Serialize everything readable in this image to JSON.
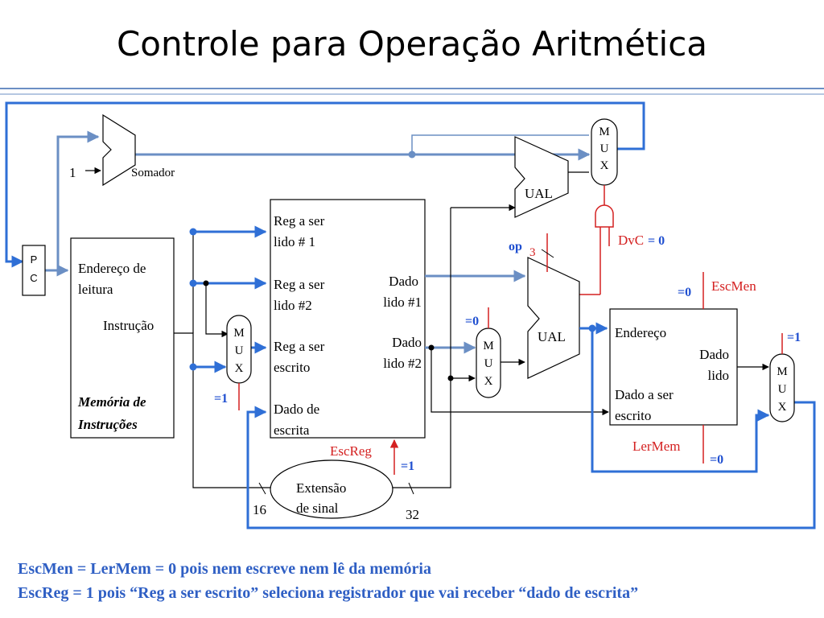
{
  "title": "Controle para Operação Aritmética",
  "pc": {
    "line1": "P",
    "line2": "C"
  },
  "instr_mem": {
    "addr_line1": "Endereço de",
    "addr_line2": "leitura",
    "instr": "Instrução",
    "name_line1": "Memória de",
    "name_line2": "Instruções"
  },
  "adder": {
    "label": "Somador",
    "input_const": "1"
  },
  "ual_top": {
    "label": "UAL"
  },
  "ual_main": {
    "label": "UAL"
  },
  "mux_letters": [
    "M",
    "U",
    "X"
  ],
  "regs": {
    "read1_l1": "Reg a ser",
    "read1_l2": "lido # 1",
    "read2_l1": "Reg a ser",
    "read2_l2": "lido #2",
    "write_l1": "Reg a ser",
    "write_l2": "escrito",
    "data_l1": "Dado de",
    "data_l2": "escrita",
    "out1_l1": "Dado",
    "out1_l2": "lido #1",
    "out2_l1": "Dado",
    "out2_l2": "lido #2"
  },
  "data_mem": {
    "addr": "Endereço",
    "out_l1": "Dado",
    "out_l2": "lido",
    "in_l1": "Dado a ser",
    "in_l2": "escrito"
  },
  "sign_ext": {
    "line1": "Extensão",
    "line2": "de sinal",
    "in_bits": "16",
    "out_bits": "32"
  },
  "control": {
    "dvc_label": "DvC",
    "dvc_value": "= 0",
    "op_label": "op",
    "op_bits": "3",
    "escmen_label": "EscMen",
    "escmen_value": "=0",
    "lermem_label": "LerMem",
    "lermem_value": "=0",
    "escreg_label": "EscReg",
    "escreg_value": "=1",
    "mux_reg_value": "=1",
    "mux_alu_value": "=0",
    "mux_mem_value": "=1"
  },
  "notes": {
    "line1": "EscMen = LerMem = 0 pois nem escreve nem lê da memória",
    "line2": "EscReg = 1 pois “Reg a ser escrito” seleciona registrador que vai receber “dado de escrita”"
  },
  "colors": {
    "highlight": "#2f6fd6",
    "path": "#6b8fc4",
    "control": "#d42020",
    "title_rule": "#6b8fc4"
  }
}
